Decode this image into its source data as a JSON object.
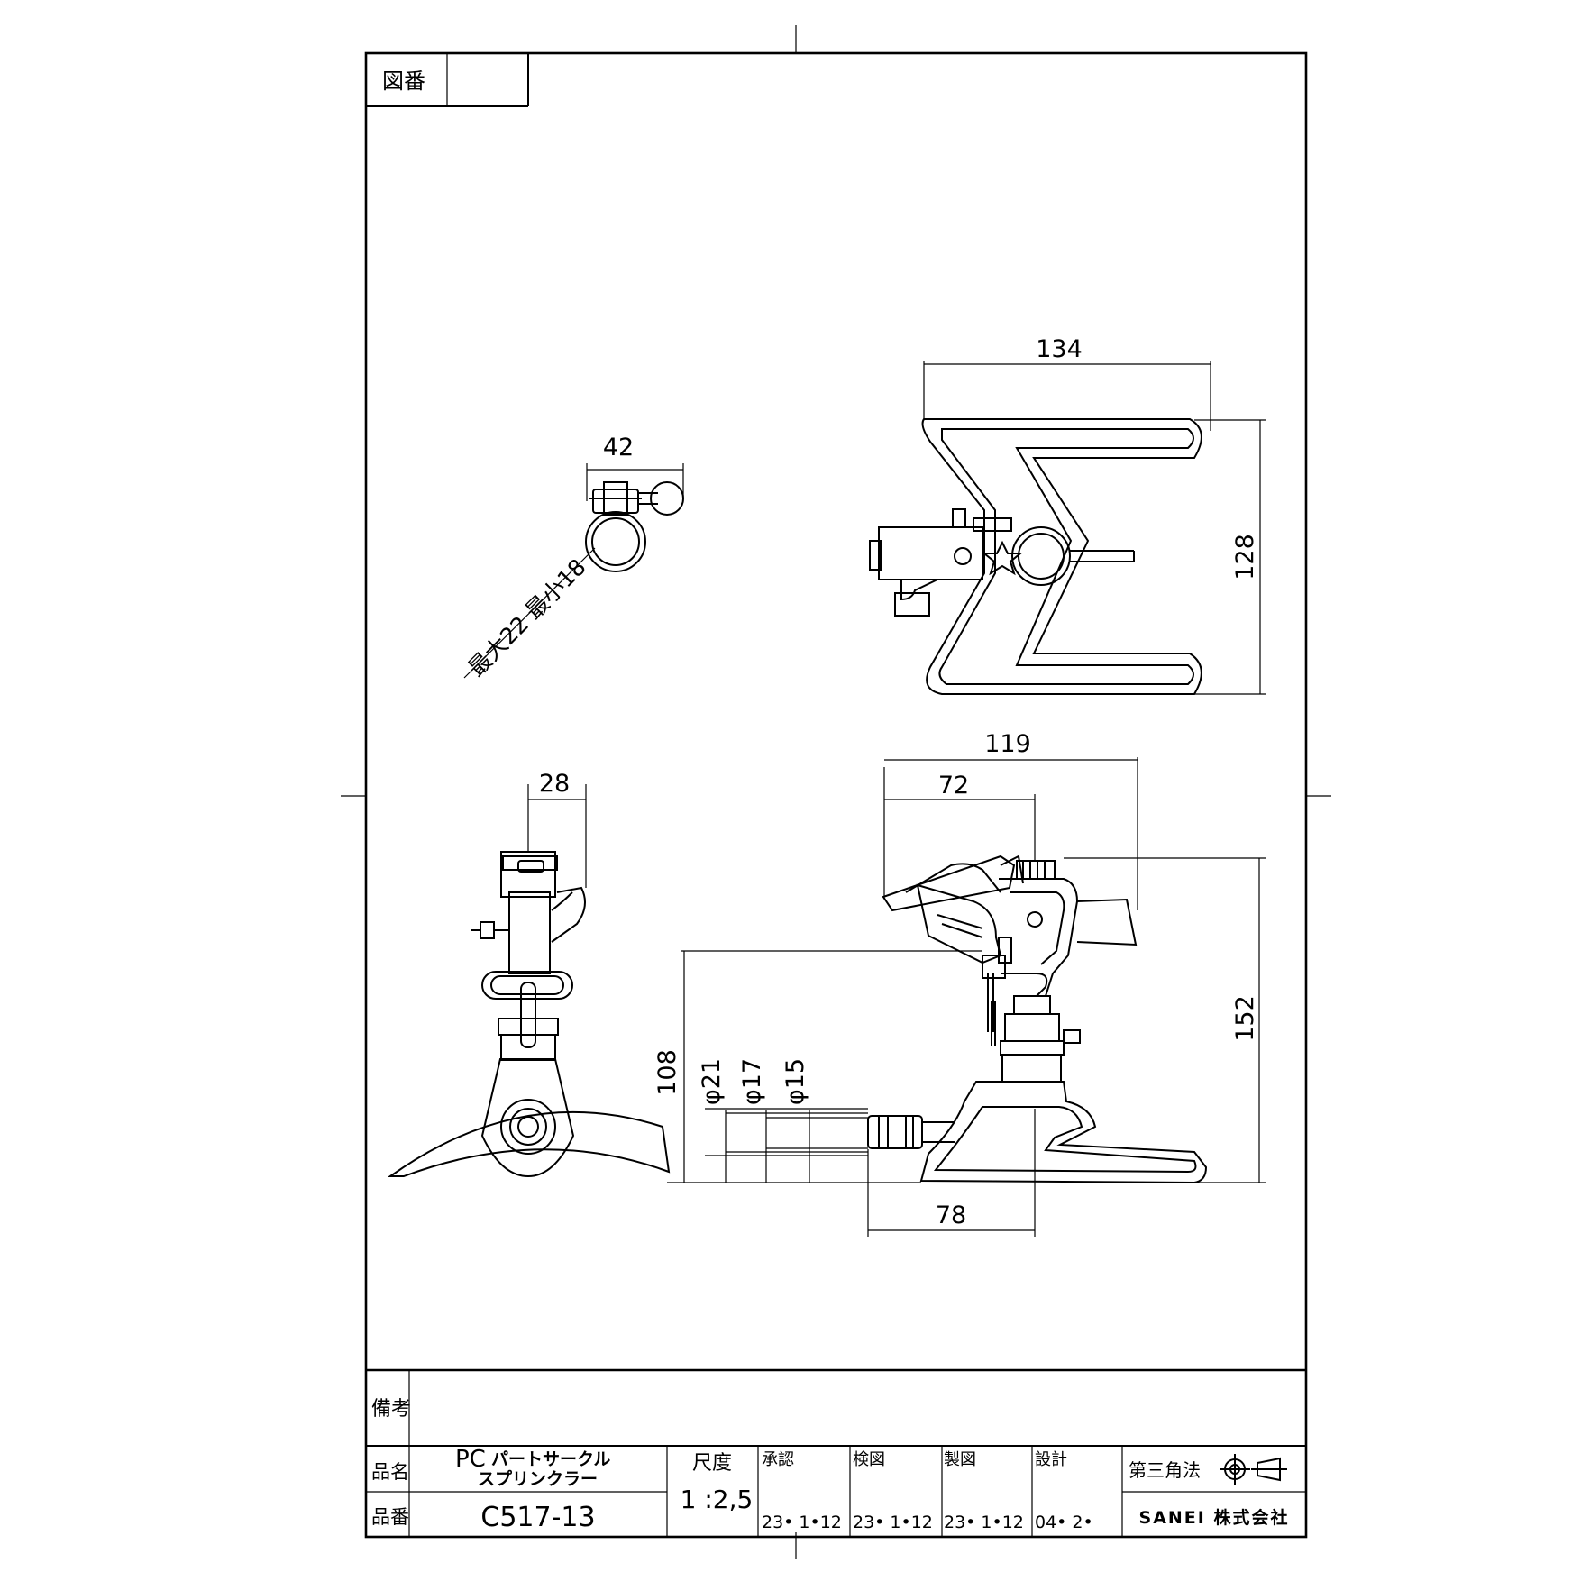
{
  "title_block": {
    "drawing_number_label": "図番",
    "drawing_number_value": "",
    "remarks_label": "備考",
    "remarks_value": "",
    "product_name_label": "品名",
    "product_name_line1_prefix": "PC",
    "product_name_line1_rest": "パートサークル",
    "product_name_line2": "スプリンクラー",
    "product_number_label": "品番",
    "product_number": "C517-13",
    "scale_label": "尺度",
    "scale_value": "1 :2,5",
    "approved_label": "承認",
    "approved_date": "23• 1•12",
    "checked_label": "検図",
    "checked_date": "23• 1•12",
    "drawn_label": "製図",
    "drawn_date": "23• 1•12",
    "designed_label": "設計",
    "designed_date": "04• 2•",
    "projection_label": "第三角法",
    "company": "SANEI 株式会社"
  },
  "dimensions": {
    "nozzle_width": "42",
    "nozzle_range": "最大22  最小18",
    "top_width": "134",
    "top_height": "128",
    "side_width": "28",
    "front_overall_width": "119",
    "front_head_width": "72",
    "overall_height": "152",
    "nozzle_height": "108",
    "dia_21": "φ21",
    "dia_17": "φ17",
    "dia_15": "φ15",
    "hose_width": "78"
  }
}
